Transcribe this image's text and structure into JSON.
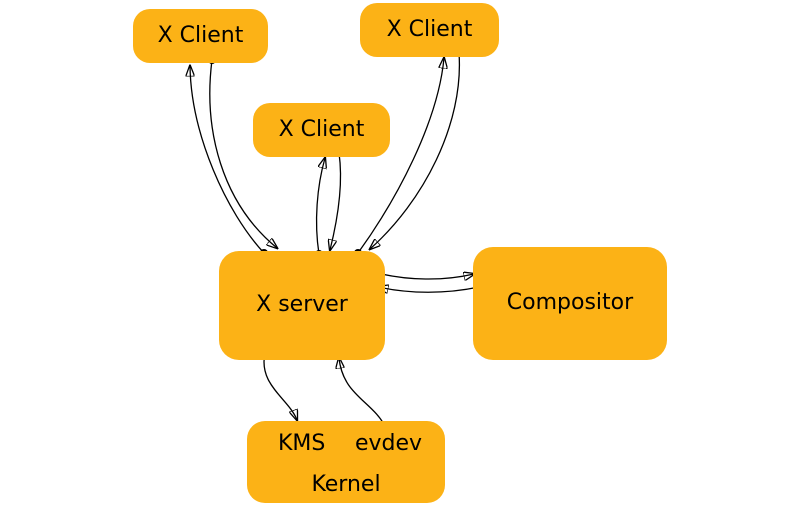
{
  "colors": {
    "node-fill": "#fcb216",
    "line": "#000000",
    "text": "#000000",
    "background": "#ffffff"
  },
  "nodes": {
    "client_left": {
      "label": "X Client"
    },
    "client_right": {
      "label": "X Client"
    },
    "client_middle": {
      "label": "X Client"
    },
    "xserver": {
      "label": "X server"
    },
    "compositor": {
      "label": "Compositor"
    },
    "kernel": {
      "label": "Kernel",
      "kms": "KMS",
      "evdev": "evdev"
    }
  },
  "edges": [
    {
      "from": "x-client-left",
      "to": "x-server"
    },
    {
      "from": "x-server",
      "to": "x-client-left"
    },
    {
      "from": "x-client-middle",
      "to": "x-server"
    },
    {
      "from": "x-server",
      "to": "x-client-middle"
    },
    {
      "from": "x-client-right",
      "to": "x-server"
    },
    {
      "from": "x-server",
      "to": "x-client-right"
    },
    {
      "from": "x-server",
      "to": "compositor"
    },
    {
      "from": "compositor",
      "to": "x-server"
    },
    {
      "from": "x-server",
      "to": "kernel-kms"
    },
    {
      "from": "kernel-evdev",
      "to": "x-server"
    }
  ]
}
